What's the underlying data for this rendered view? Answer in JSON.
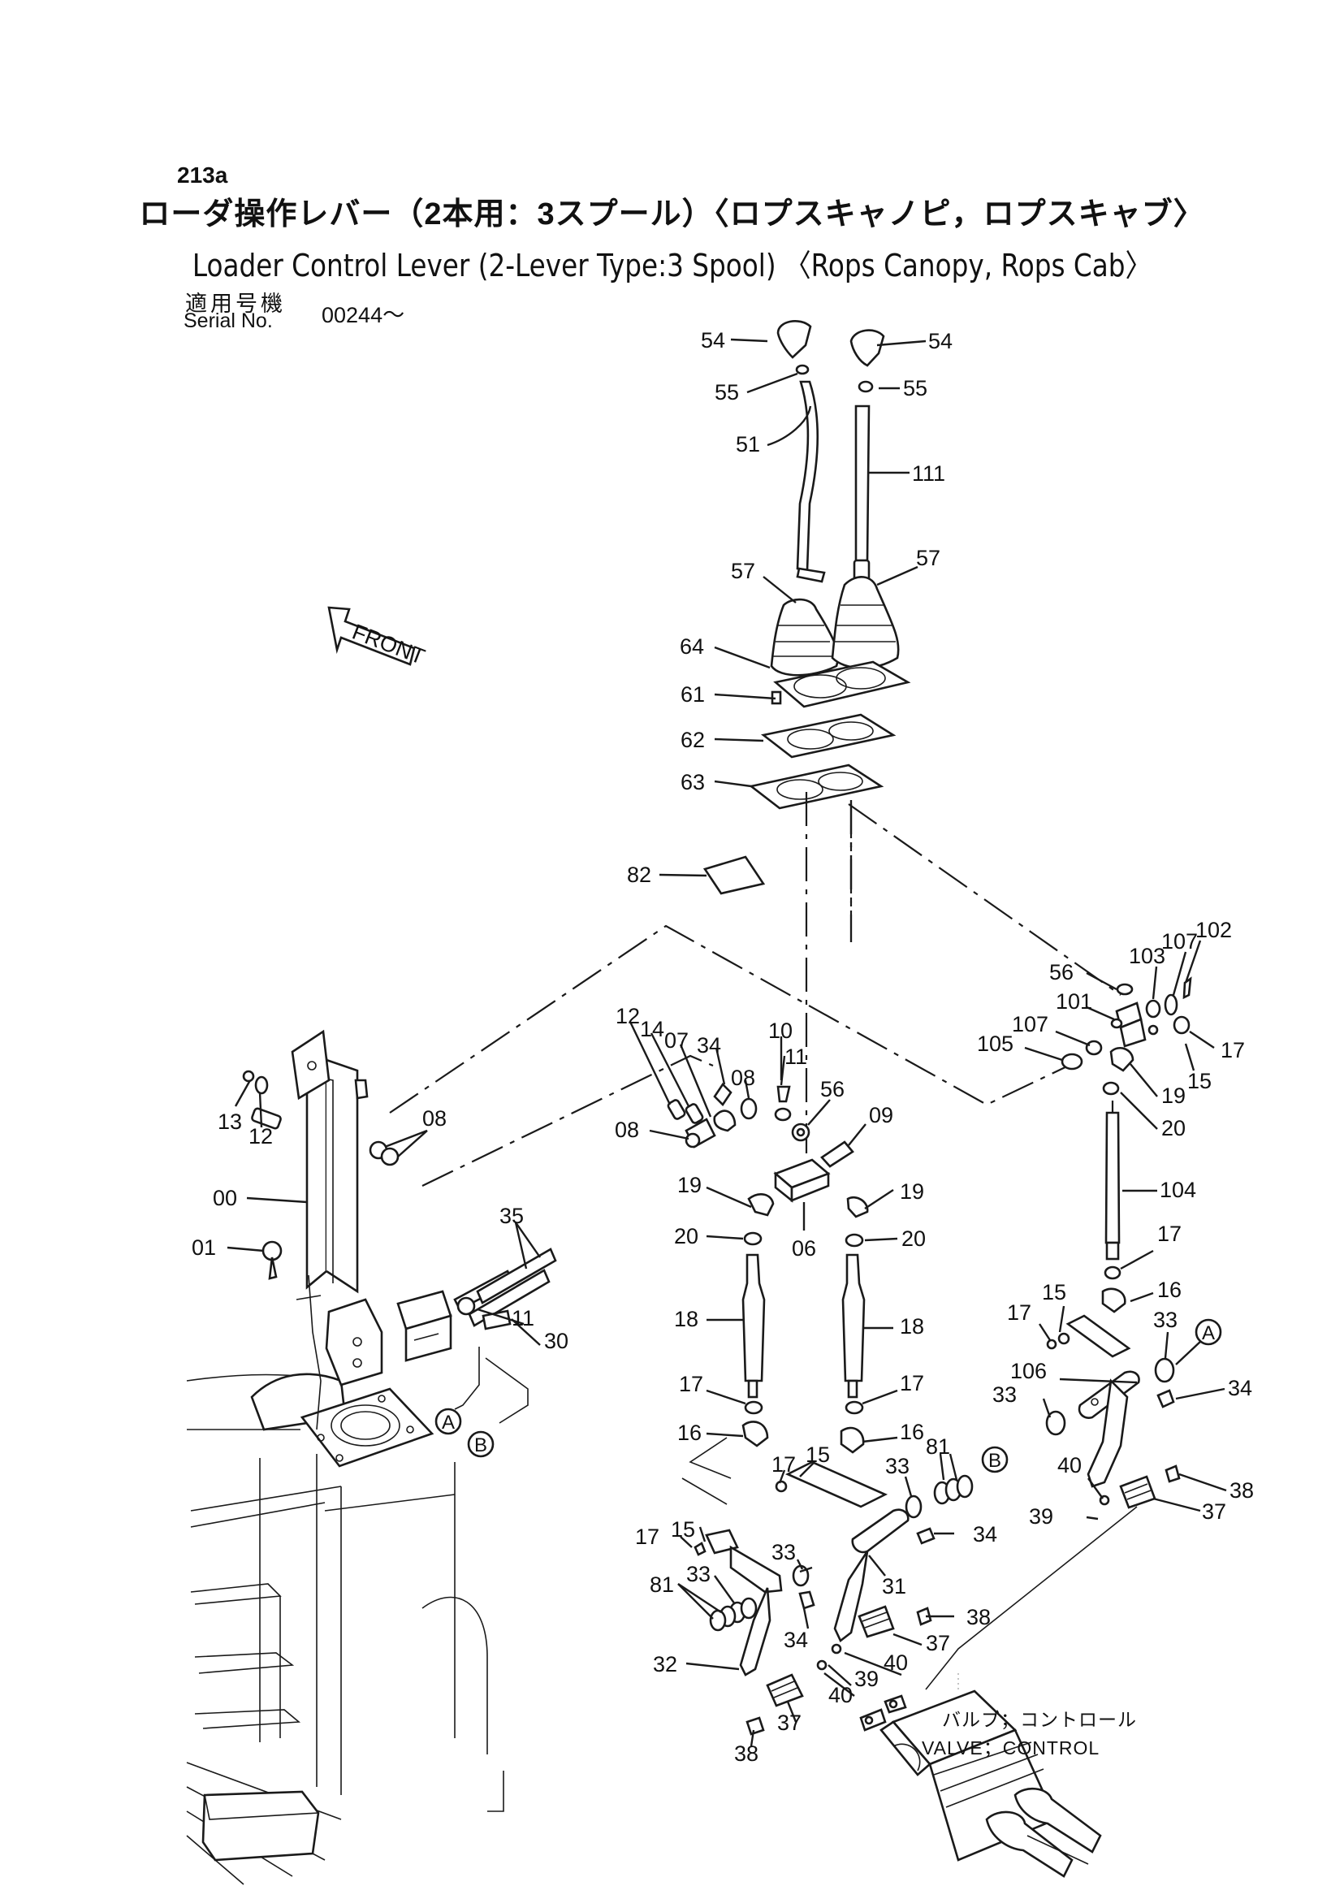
{
  "page_number": "213a",
  "title_jp": "ローダ操作レバー（2本用：3スプール）〈ロプスキャノピ，ロプスキャブ〉",
  "title_en": "Loader Control Lever (2-Lever Type:3 Spool) 〈Rops Canopy, Rops Cab〉",
  "serial_label_jp": "適用号機",
  "serial_label_en": "Serial No.",
  "serial_value": "00244～",
  "front_label": "FRONT",
  "valve_label_jp": "バルブ；コントロール",
  "valve_label_en": "VALVE；CONTROL",
  "callouts": {
    "a": "A",
    "b": "B"
  },
  "part_labels": [
    "54",
    "54",
    "55",
    "55",
    "51",
    "111",
    "57",
    "57",
    "64",
    "61",
    "62",
    "63",
    "82",
    "56",
    "103",
    "107",
    "102",
    "101",
    "107",
    "105",
    "17",
    "15",
    "19",
    "20",
    "104",
    "17",
    "15",
    "16",
    "17",
    "33",
    "106",
    "33",
    "34",
    "40",
    "38",
    "39",
    "37",
    "12",
    "14",
    "07",
    "34",
    "08",
    "11",
    "10",
    "56",
    "09",
    "08",
    "19",
    "19",
    "20",
    "20",
    "06",
    "18",
    "18",
    "17",
    "17",
    "16",
    "16",
    "15",
    "17",
    "81",
    "33",
    "34",
    "31",
    "15",
    "17",
    "33",
    "33",
    "81",
    "34",
    "32",
    "38",
    "37",
    "40",
    "39",
    "40",
    "37",
    "38",
    "13",
    "12",
    "08",
    "00",
    "01",
    "35",
    "11",
    "30"
  ]
}
